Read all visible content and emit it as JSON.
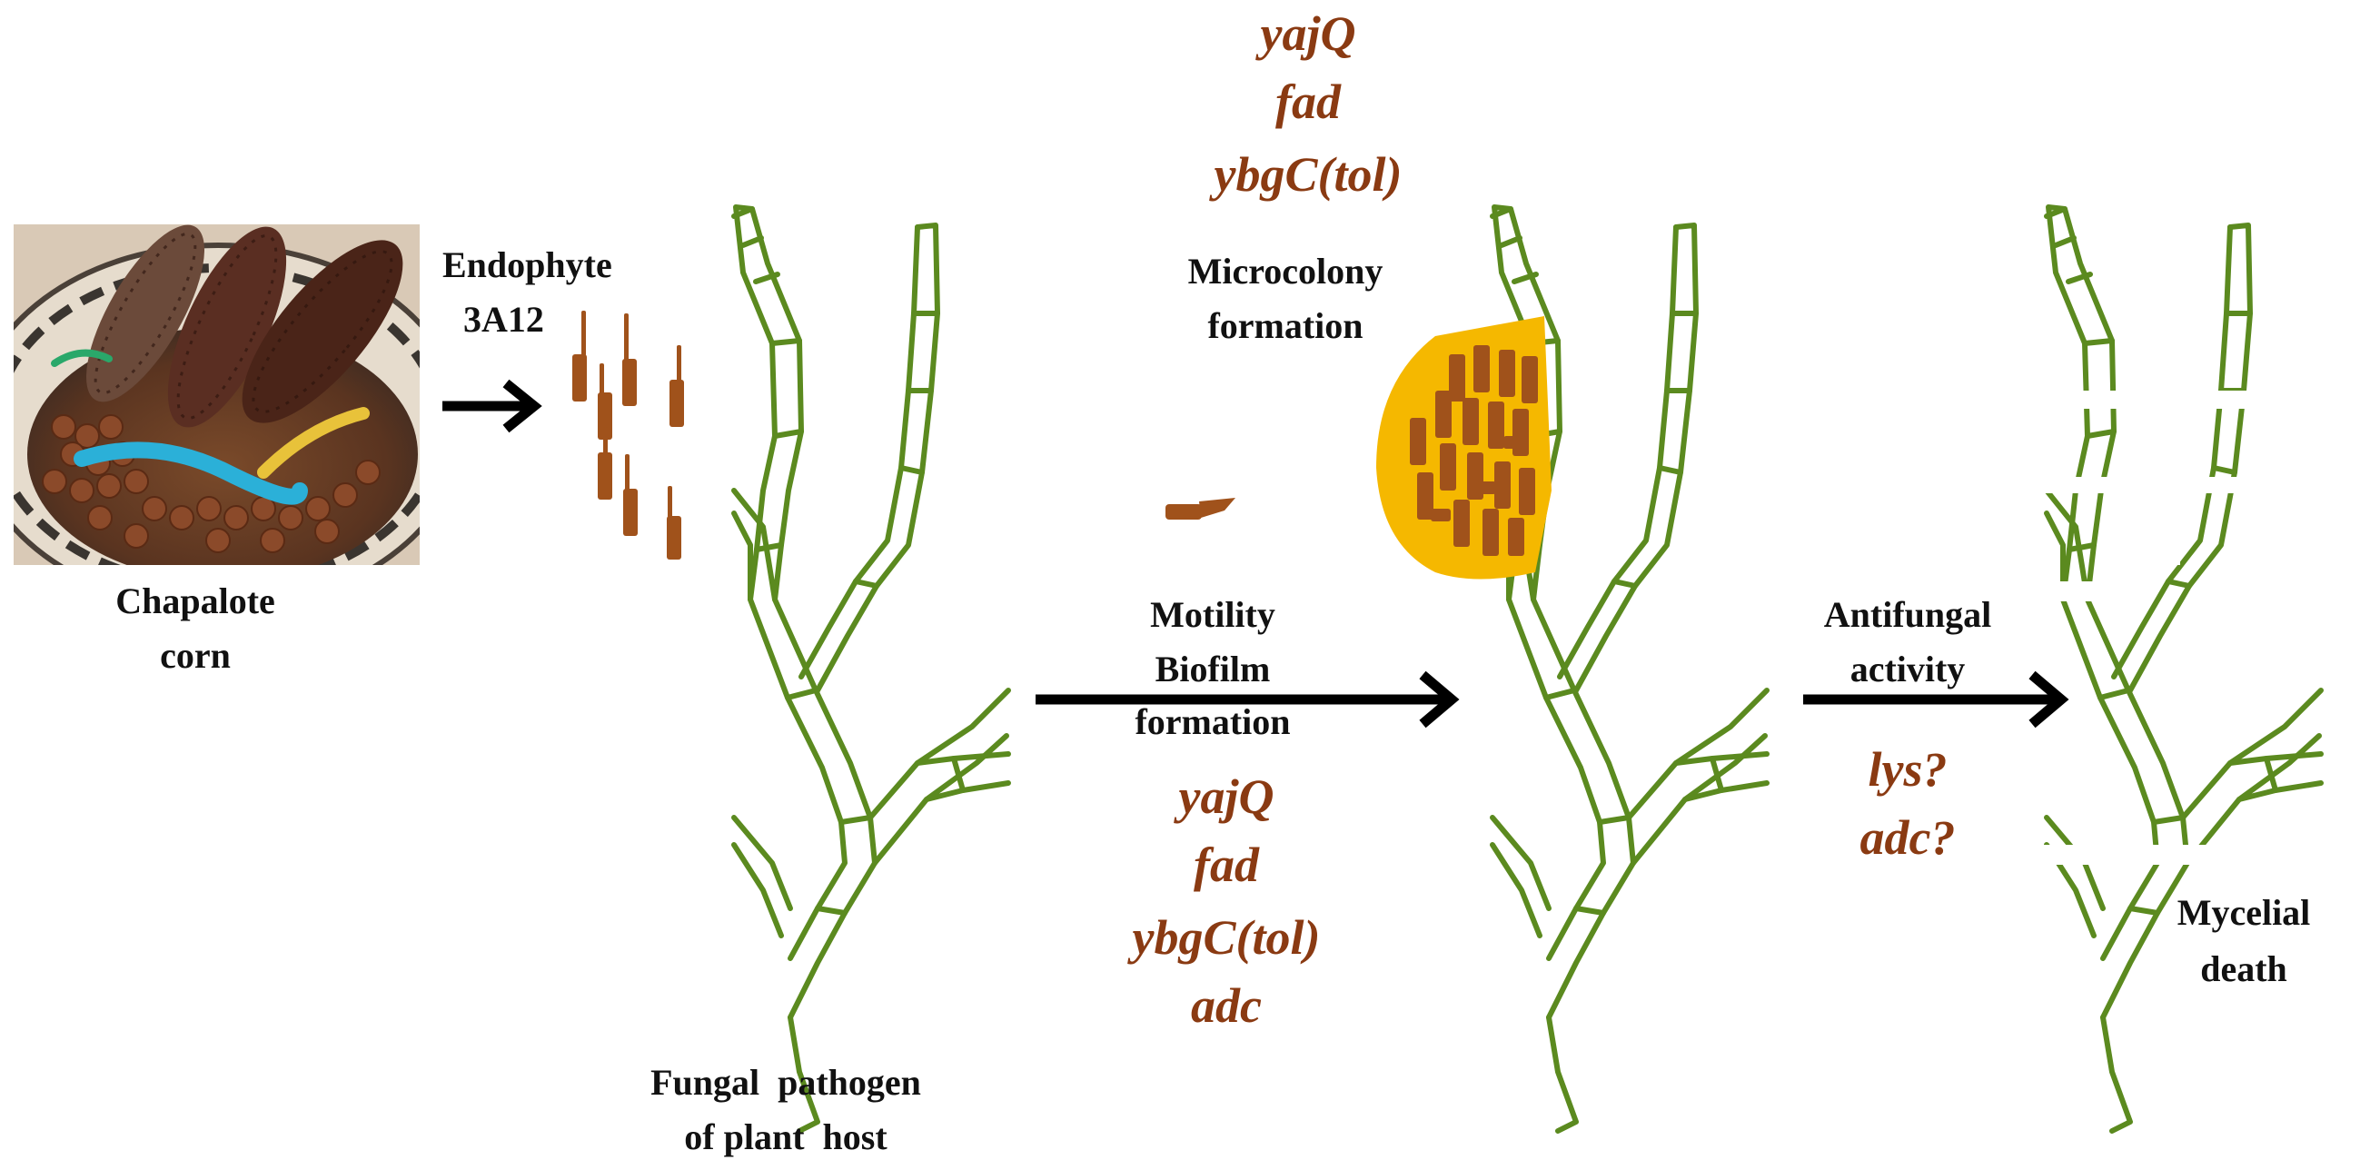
{
  "labels": {
    "corn": [
      "Chapalote",
      "corn"
    ],
    "endophyte": [
      "Endophyte",
      "3A12"
    ],
    "pathogen": [
      "Fungal  pathogen",
      "of plant  host"
    ],
    "microcolony": [
      "Microcolony",
      "formation"
    ],
    "motility": [
      "Motility",
      "Biofilm",
      "formation"
    ],
    "antifungal": [
      "Antifungal",
      "activity"
    ],
    "death": [
      "Mycelial",
      "death"
    ]
  },
  "genes": {
    "microcolony": [
      "yajQ",
      "fad",
      "ybgC(tol)"
    ],
    "motility": [
      "yajQ",
      "fad",
      "ybgC(tol)",
      "adc"
    ],
    "antifungal": [
      "lys?",
      "adc?"
    ]
  },
  "colors": {
    "hypha": "#5b8a1f",
    "bacterium": "#a0521b",
    "gene_text": "#8a3a12",
    "biofilm": "#f5b800"
  },
  "icons": {
    "corn_photo": "corn-basket-illustration",
    "arrows": "right-arrow-icon"
  }
}
